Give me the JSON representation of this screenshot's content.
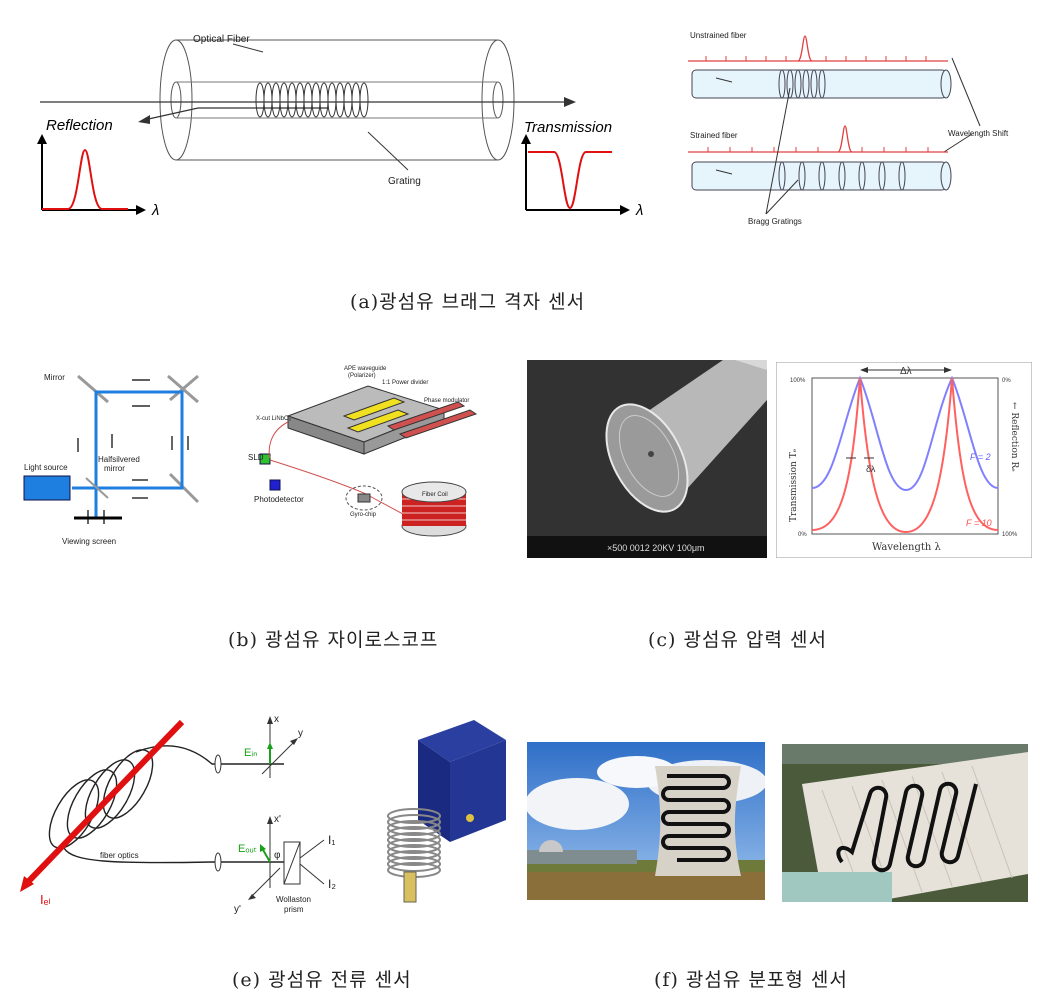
{
  "figures": {
    "fbg": {
      "caption": "(a)광섬유 브래그 격자 센서",
      "optical_fiber": "Optical Fiber",
      "grating": "Grating",
      "reflection": "Reflection",
      "transmission": "Transmission",
      "lambda": "λ",
      "unstrained": "Unstrained fiber",
      "strained": "Strained fiber",
      "wavelength_shift": "Wavelength Shift",
      "bragg_gratings": "Bragg Gratings"
    },
    "gyro": {
      "caption": "(b) 광섬유 자이로스코프",
      "mirror": "Mirror",
      "light_source": "Light source",
      "halfsilvered_1": "Halfsilvered",
      "halfsilvered_2": "mirror",
      "viewing_screen": "Viewing screen",
      "ape_1": "APE waveguide",
      "ape_2": "(Polarizer)",
      "power_divider": "1:1 Power divider",
      "phase_modulator": "Phase modulator",
      "xcut": "X-cut LiNbO₃",
      "sld": "SLD",
      "photodetector": "Photodetector",
      "gyro_chip": "Gyro-chip",
      "fiber_coil": "Fiber Coil"
    },
    "pressure": {
      "caption": "(c) 광섬유 압력 센서",
      "sem_scale": "×500   0012   20KV  100μm",
      "delta_lambda": "Δλ",
      "y_left": "Transmission  Tₑ",
      "y_right": "← Reflection  Rₑ",
      "tick_100_left": "100%",
      "tick_0_left": "0%",
      "tick_0_right": "0%",
      "tick_100_right": "100%",
      "x_label": "Wavelength λ",
      "f2": "F = 2",
      "f10": "F = 10",
      "delta_lambda_small": "δλ"
    },
    "current": {
      "caption": "(e) 광섬유 전류 센서",
      "x": "x",
      "y": "y",
      "e_in": "Eᵢₙ",
      "x_prime": "x'",
      "y_prime": "y'",
      "e_out": "Eₒᵤₜ",
      "phi": "φ",
      "i1": "I₁",
      "i2": "I₂",
      "wollaston_1": "Wollaston",
      "wollaston_2": "prism",
      "fiber_optics": "fiber optics",
      "i_el": "Iₑₗ"
    },
    "distributed": {
      "caption": "(f) 광섬유 분포형 센서"
    }
  },
  "colors": {
    "red": "#e01010",
    "blue_ray": "#1e7fe0",
    "curve_blue": "#8080ff",
    "curve_red": "#ff6060"
  }
}
